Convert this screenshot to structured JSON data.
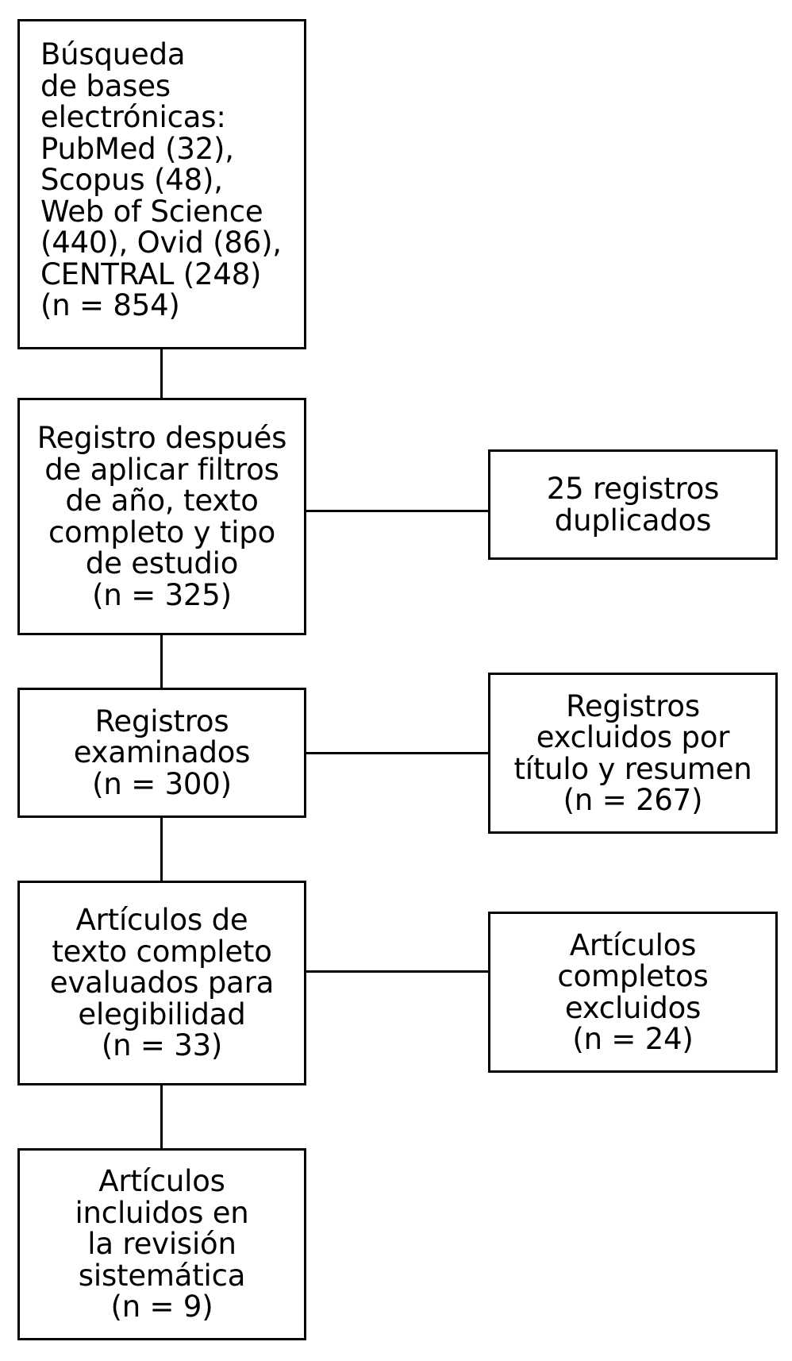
{
  "diagram": {
    "type": "prisma-flow-diagram",
    "language": "es",
    "background_color": "#ffffff",
    "line_color": "#000000",
    "nodes": [
      {
        "id": "identification",
        "column": "main",
        "align": "left",
        "text": "Búsqueda\nde bases\nelectrónicas:\nPubMed (32),\nScopus (48),\nWeb of Science\n(440), Ovid (86),\nCENTRAL (248)\n(n = 854)",
        "count": 854
      },
      {
        "id": "after-filters",
        "column": "main",
        "align": "center",
        "text": "Registro después\nde aplicar filtros\nde año, texto\ncompleto y tipo\nde estudio\n(n = 325)",
        "count": 325
      },
      {
        "id": "duplicates-removed",
        "column": "side",
        "align": "center",
        "text": "25 registros\nduplicados",
        "count": 25
      },
      {
        "id": "screened",
        "column": "main",
        "align": "center",
        "text": "Registros\nexaminados\n(n = 300)",
        "count": 300
      },
      {
        "id": "excluded-title-abstract",
        "column": "side",
        "align": "center",
        "text": "Registros\nexcluidos por\ntítulo y resumen\n(n = 267)",
        "count": 267
      },
      {
        "id": "fulltext-assessed",
        "column": "main",
        "align": "center",
        "text": "Artículos de\ntexto completo\nevaluados para\nelegibilidad\n(n = 33)",
        "count": 33
      },
      {
        "id": "fulltext-excluded",
        "column": "side",
        "align": "center",
        "text": "Artículos\ncompletos\nexcluidos\n(n = 24)",
        "count": 24
      },
      {
        "id": "included",
        "column": "main",
        "align": "center",
        "text": "Artículos\nincluidos en\nla revisión\nsistemática\n(n = 9)",
        "count": 9
      }
    ]
  }
}
